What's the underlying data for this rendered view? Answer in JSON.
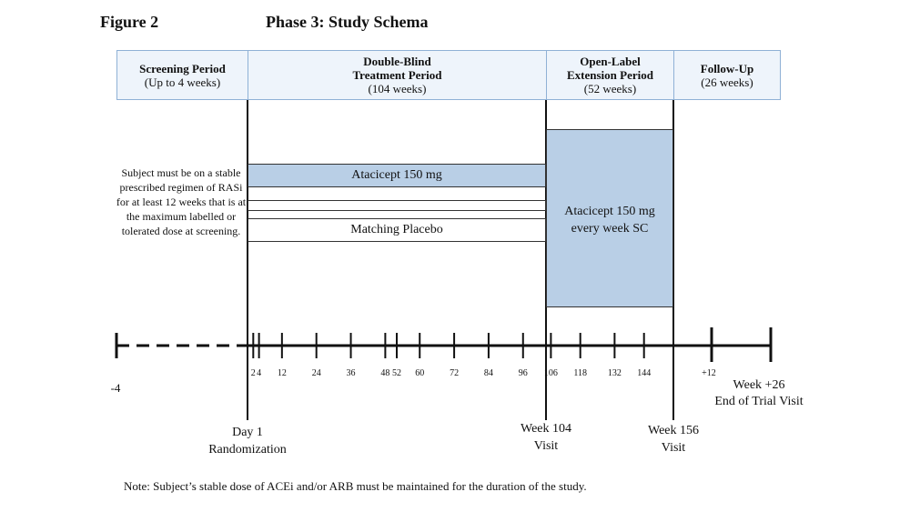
{
  "figure_label": "Figure 2",
  "title": "Phase 3: Study Schema",
  "periods": [
    {
      "title": "Screening Period",
      "subtitle": "(Up to 4 weeks)"
    },
    {
      "title": "Double-Blind",
      "title2": "Treatment Period",
      "subtitle": "(104 weeks)"
    },
    {
      "title": "Open-Label",
      "title2": "Extension Period",
      "subtitle": "(52 weeks)"
    },
    {
      "title": "Follow-Up",
      "subtitle": "(26 weeks)"
    }
  ],
  "arms": {
    "active": "Atacicept 150 mg",
    "placebo": "Matching Placebo"
  },
  "ole_treatment": {
    "line1": "Atacicept 150 mg",
    "line2": "every week SC"
  },
  "eligibility_note": "Subject must be on a stable prescribed regimen of RASi for at least 12 weeks that is at the maximum labelled or tolerated dose at screening.",
  "timeline": {
    "start_label": "-4",
    "ticks": [
      "2",
      "4",
      "12",
      "24",
      "36",
      "48",
      "52",
      "60",
      "72",
      "84",
      "96",
      "106",
      "118",
      "132",
      "144"
    ],
    "followup_tick": "+12",
    "end_label": "Week +26",
    "end_sublabel": "End of Trial Visit"
  },
  "milestones": {
    "day1": {
      "line1": "Day 1",
      "line2": "Randomization"
    },
    "week104": {
      "line1": "Week 104",
      "line2": "Visit"
    },
    "week156": {
      "line1": "Week 156",
      "line2": "Visit"
    }
  },
  "footnote": "Note: Subject’s stable dose of ACEi and/or ARB must be maintained for the duration of the study."
}
